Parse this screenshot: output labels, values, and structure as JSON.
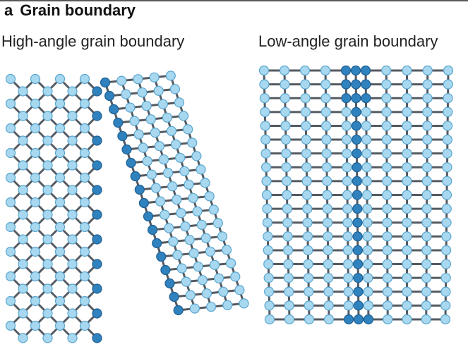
{
  "figure": {
    "panel_letter": "a",
    "panel_title": "Grain boundary",
    "left_label": "High-angle grain boundary",
    "right_label": "Low-angle grain boundary"
  },
  "colors": {
    "atom_fill": "#a8d8ef",
    "atom_stroke": "#5aa6cf",
    "boundary_atom_fill": "#2f82bd",
    "boundary_atom_stroke": "#1f5f92",
    "bond": "#545a61"
  }
}
